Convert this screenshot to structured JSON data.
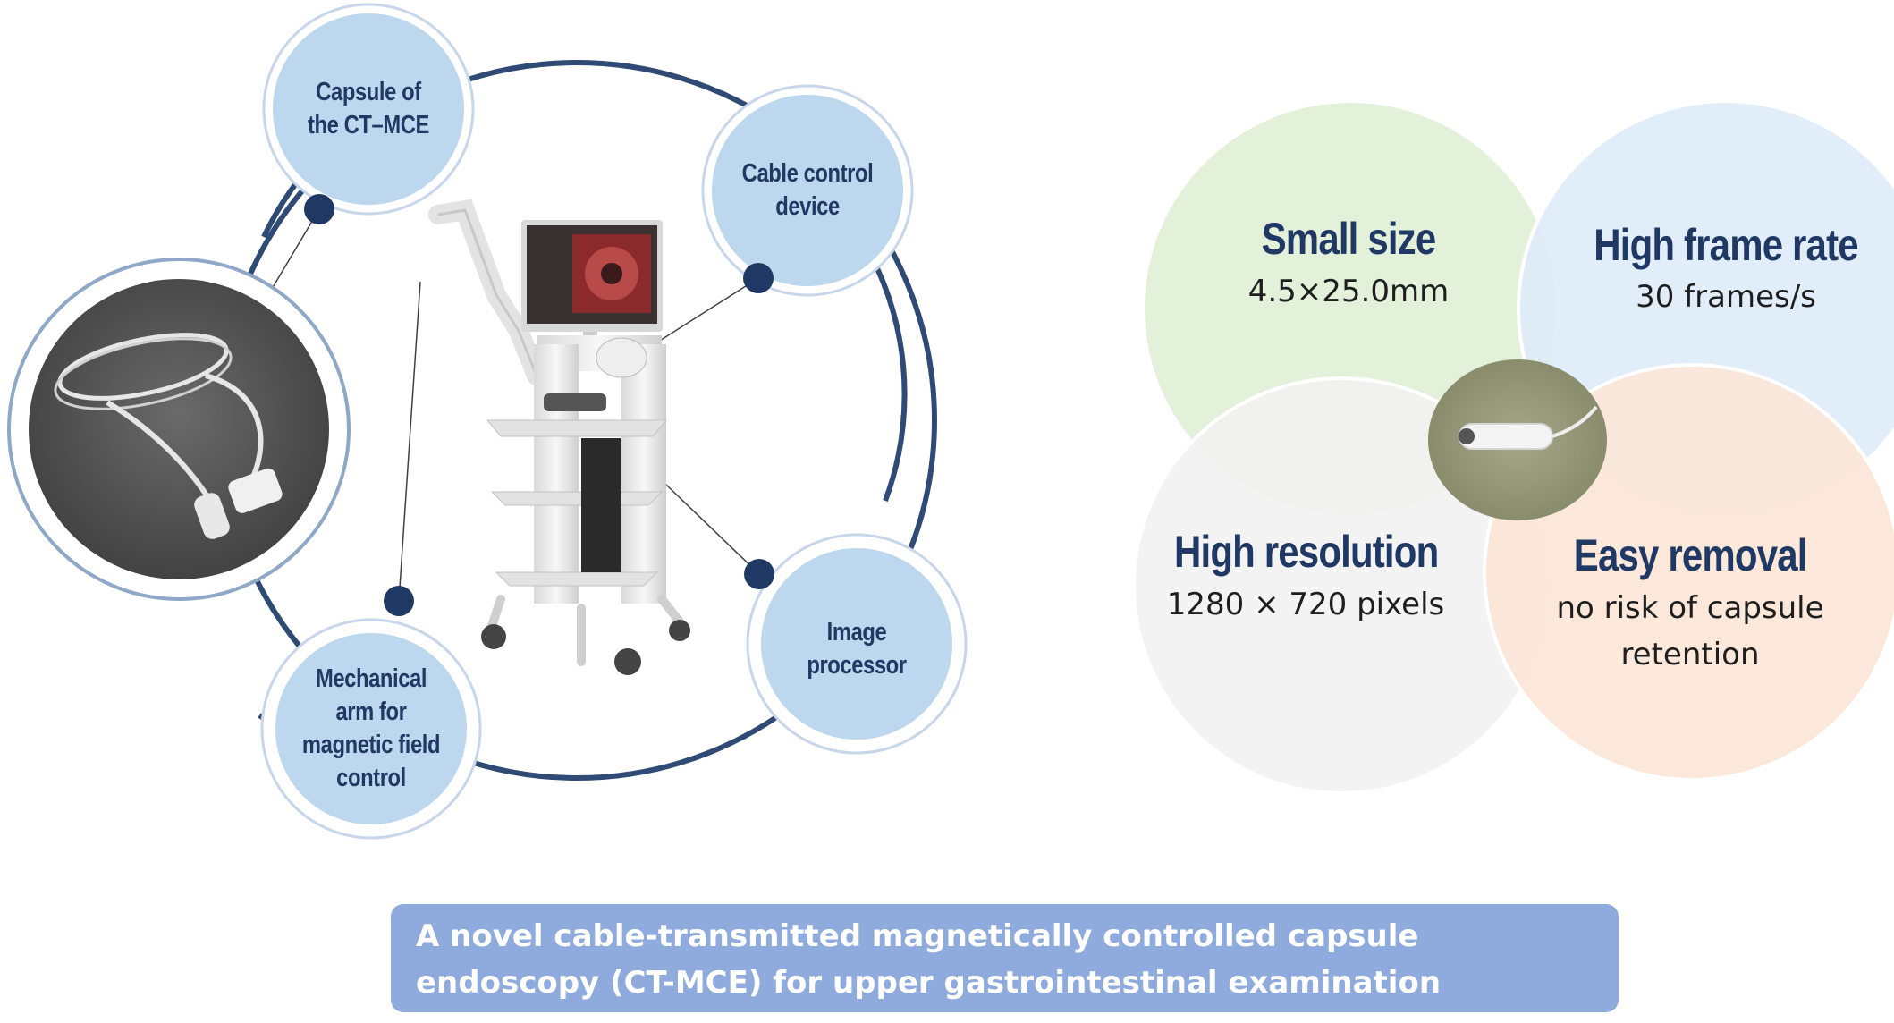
{
  "components": {
    "capsule": "Capsule of the CT–MCE",
    "cable_control": "Cable control device",
    "image_processor": "Image processor",
    "mechanical_arm": "Mechanical arm for magnetic field control"
  },
  "features": {
    "small_size": {
      "title": "Small size",
      "value": "4.5×25.0mm"
    },
    "frame_rate": {
      "title": "High frame rate",
      "value": "30 frames/s"
    },
    "resolution": {
      "title": "High resolution",
      "value": "1280 × 720 pixels"
    },
    "removal": {
      "title": "Easy removal",
      "value": "no risk of capsule retention"
    }
  },
  "caption": "A novel cable-transmitted magnetically controlled capsule endoscopy (CT-MCE) for upper gastrointestinal examination",
  "colors": {
    "navy": "#203864",
    "bubble_fill": "#bdd7ee",
    "green_feature": "#e2f0d9",
    "blue_feature": "#deebf7",
    "grey_feature": "#f2f2f2",
    "peach_feature": "#fbe5d6",
    "caption_bg": "#8faadc"
  },
  "icons": [
    "capsule-cable-photo",
    "endoscopy-cart-photo",
    "capsule-photo"
  ]
}
